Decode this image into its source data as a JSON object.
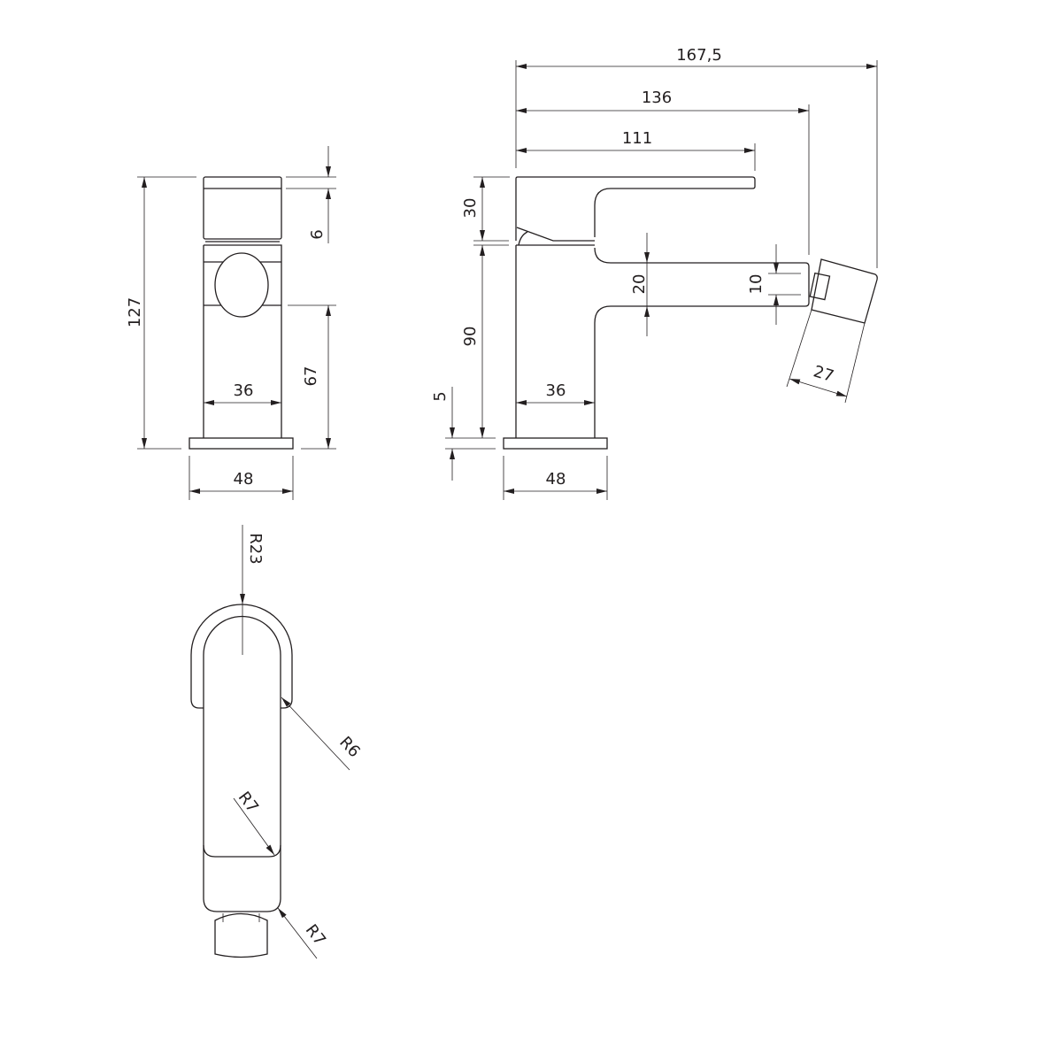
{
  "front_view": {
    "height_total": "127",
    "cap_height": "6",
    "lever_height": "67",
    "body_width": "36",
    "base_width": "48"
  },
  "side_view": {
    "overall_length": "167,5",
    "spout_reach": "136",
    "lever_length": "111",
    "lever_height": "30",
    "body_height": "90",
    "base_thickness": "5",
    "spout_thickness": "20",
    "outlet_diameter": "10",
    "body_width": "36",
    "base_width": "48",
    "spray_head_width": "27"
  },
  "top_view": {
    "radius_top": "R23",
    "radius_side": "R6",
    "radius_inner": "R7",
    "radius_bottom": "R7"
  },
  "colors": {
    "line": "#231f20",
    "background": "#ffffff"
  }
}
